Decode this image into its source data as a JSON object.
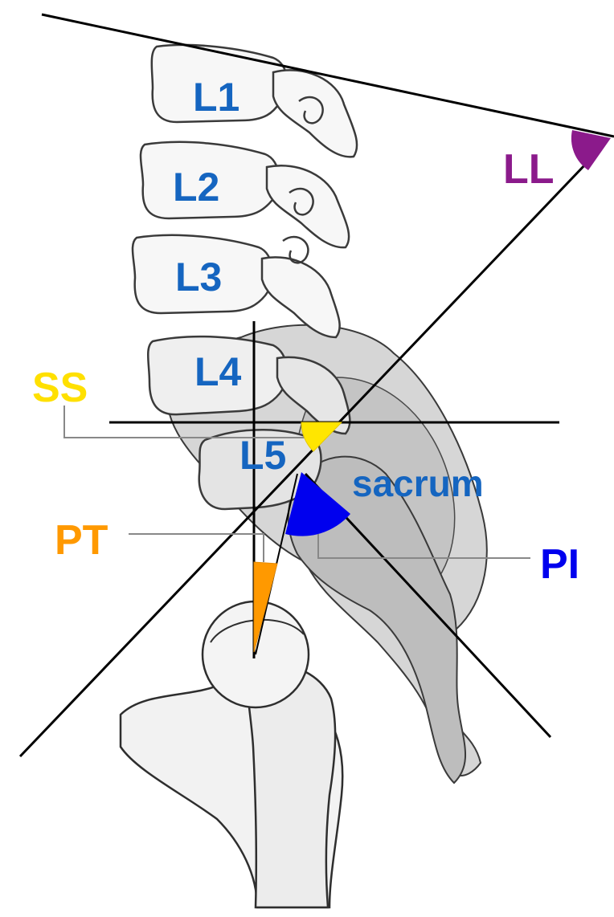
{
  "vertebrae": {
    "L1": "L1",
    "L2": "L2",
    "L3": "L3",
    "L4": "L4",
    "L5": "L5",
    "sacrum": "sacrum"
  },
  "angles": {
    "LL": "LL",
    "SS": "SS",
    "PT": "PT",
    "PI": "PI"
  },
  "colors": {
    "vertebra_label": "#1565c0",
    "LL": "#8b1a8b",
    "SS": "#ffe000",
    "PT": "#ff9900",
    "PI": "#0000ee",
    "lines": "#000000",
    "bone_fill": "#f7f7f7",
    "bone_outline": "#3a3a3a",
    "pelvis_shade": "#cfcfcf"
  }
}
